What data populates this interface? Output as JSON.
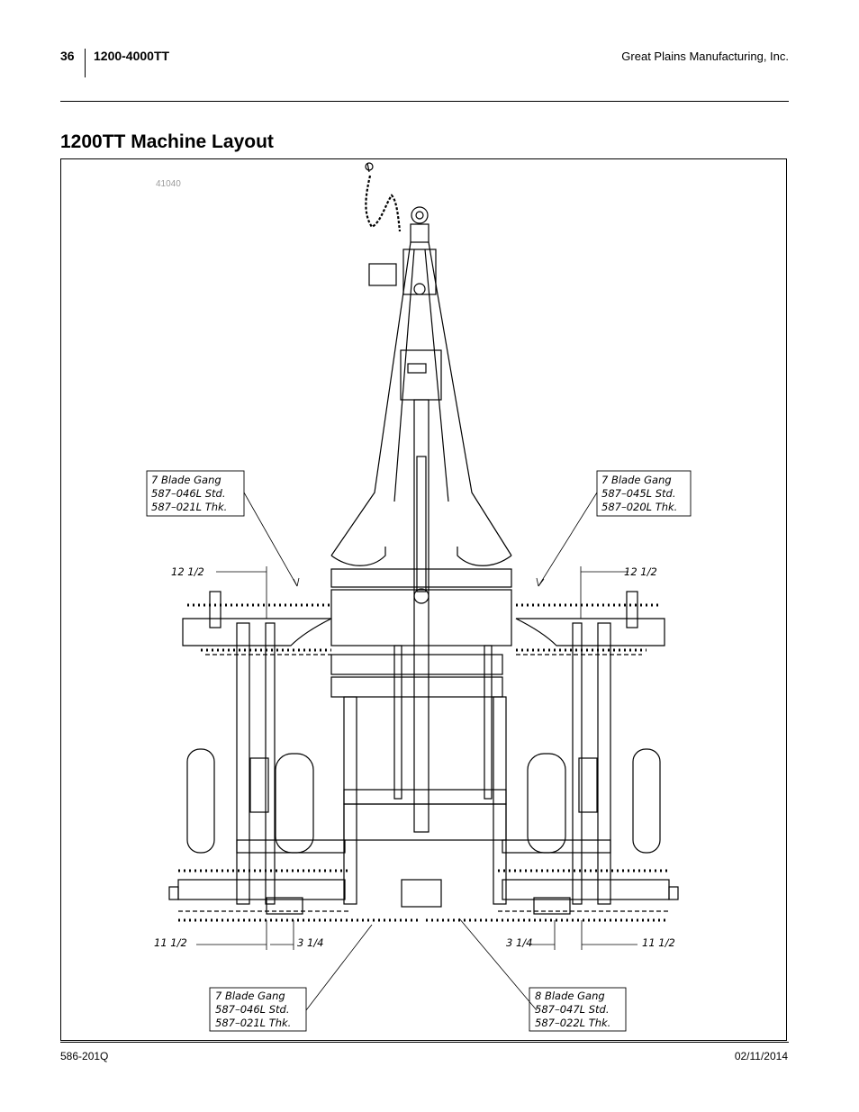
{
  "header": {
    "page_number": "36",
    "model": "1200-4000TT",
    "company": "Great Plains Manufacturing, Inc."
  },
  "title": "1200TT Machine Layout",
  "figure": {
    "figure_number": "41040",
    "callouts": {
      "top_left": [
        "7 Blade Gang",
        "587–046L Std.",
        "587–021L Thk."
      ],
      "top_right": [
        "7 Blade Gang",
        "587–045L Std.",
        "587–020L Thk."
      ],
      "bottom_left": [
        "7 Blade Gang",
        "587–046L Std.",
        "587–021L Thk."
      ],
      "bottom_right": [
        "8 Blade Gang",
        "587–047L Std.",
        "587–022L Thk."
      ]
    },
    "dimensions": {
      "top_left": "12 1/2",
      "top_right": "12 1/2",
      "bottom_left_outer": "11 1/2",
      "bottom_left_inner": "3 1/4",
      "bottom_right_inner": "3 1/4",
      "bottom_right_outer": "11 1/2"
    }
  },
  "footer": {
    "doc_number": "586-201Q",
    "date": "02/11/2014"
  }
}
